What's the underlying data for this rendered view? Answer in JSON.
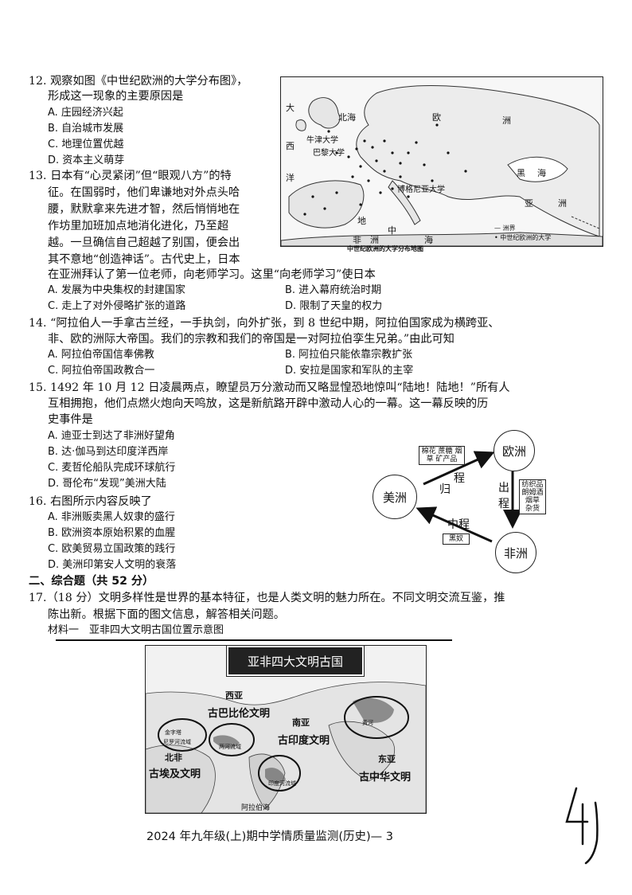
{
  "q12": {
    "stem1": "12. 观察如图《中世纪欧洲的大学分布图》，",
    "stem2": "形成这一现象的主要原因是",
    "a": "A. 庄园经济兴起",
    "b": "B. 自治城市发展",
    "c": "C. 地理位置优越",
    "d": "D. 资本主义萌芽"
  },
  "europe_map": {
    "labels": {
      "da": "大",
      "xi": "西",
      "yang": "洋",
      "beihai": "北海",
      "ou": "欧",
      "zhou": "洲",
      "niujin": "牛津大学",
      "bali": "巴黎大学",
      "bolunniya": "博格尼亚大学",
      "hei": "黑",
      "hai1": "海",
      "ya": "亚",
      "zhou2": "洲",
      "di": "地",
      "zhong": "中",
      "hai2": "海",
      "feizhou": "非　洲"
    },
    "legend_boundary": "— 洲界",
    "legend_uni": "• 中世纪欧洲的大学",
    "caption": "中世纪欧洲的大学分布地图"
  },
  "q13": {
    "l1": "13. 日本有“心灵紧闭”但“眼观八方”的特",
    "l2": "征。在国弱时，他们卑谦地对外点头哈",
    "l3": "腰，默默拿来先进才智，然后悄悄地在",
    "l4": "作坊里加班加点地消化进化，乃至超",
    "l5": "越。一旦确信自己超越了别国，便会出",
    "l6": "其不意地“创造神话”。古代史上，日本",
    "l7": "在亚洲拜认了第一位老师，向老师学习。这里“向老师学习”使日本",
    "a": "A. 发展为中央集权的封建国家",
    "b": "B. 进入幕府统治时期",
    "c": "C. 走上了对外侵略扩张的道路",
    "d": "D. 限制了天皇的权力"
  },
  "q14": {
    "l1": "14. “阿拉伯人一手拿古兰经，一手执剑，向外扩张，到 8 世纪中期，阿拉伯国家成为横跨亚、",
    "l2": "非、欧的洲际大帝国。我们的宗教和我们的帝国是一对阿拉伯孪生兄弟。”由此可知",
    "a": "A. 阿拉伯帝国信奉佛教",
    "b": "B. 阿拉伯只能依靠宗教扩张",
    "c": "C. 阿拉伯帝国政教合一",
    "d": "D. 安拉是国家和军队的主宰"
  },
  "q15": {
    "l1": "15. 1492 年 10 月 12 日凌晨两点，瞭望员万分激动而又略显惶恐地惊叫“陆地！陆地！”所有人",
    "l2": "互相拥抱，他们点燃火炮向天鸣放，这是新航路开辟中激动人心的一幕。这一幕反映的历",
    "l3": "史事件是",
    "a": "A. 迪亚士到达了非洲好望角",
    "b": "B. 达·伽马到达印度洋西岸",
    "c": "C. 麦哲伦船队完成环球航行",
    "d": "D. 哥伦布“发现”美洲大陆"
  },
  "trade": {
    "europe": "欧洲",
    "america": "美洲",
    "africa": "非洲",
    "gui": "归",
    "cheng1": "程",
    "chu": "出",
    "cheng2": "程",
    "zhongcheng": "中程",
    "box_return": "棉花 蔗糖 烟草 矿产品",
    "box_out": "纺织品 朗姆酒 烟草 杂货",
    "box_mid": "黑奴"
  },
  "q16": {
    "l1": "16. 右图所示内容反映了",
    "a": "A. 非洲贩卖黑人奴隶的盛行",
    "b": "B. 欧洲资本原始积累的血腥",
    "c": "C. 欧美贸易立国政策的践行",
    "d": "D. 美洲印第安人文明的衰落"
  },
  "section2": "二、综合题（共 52 分）",
  "q17": {
    "l1": "17.（18 分）文明多样性是世界的基本特征，也是人类文明的魅力所在。不同文明交流互鉴，推",
    "l2": "陈出新。根据下面的图文信息，解答相关问题。",
    "material": "材料一　亚非四大文明古国位置示意图"
  },
  "civ_map": {
    "title": "亚非四大文明古国",
    "xiya": "西亚",
    "babylon": "古巴比伦文明",
    "nanya": "南亚",
    "india": "古印度文明",
    "beifei": "北非",
    "egypt": "古埃及文明",
    "dongya": "东亚",
    "china": "古中华文明",
    "nile": "尼罗河流域",
    "jinzita": "金字塔",
    "liangHe": "两河流域",
    "hehe": "印度河流域",
    "huanghe": "黄河",
    "alabo": "阿拉伯海"
  },
  "footer": "2024 年九年级(上)期中学情质量监测(历史)— 3",
  "handwriting": "41"
}
